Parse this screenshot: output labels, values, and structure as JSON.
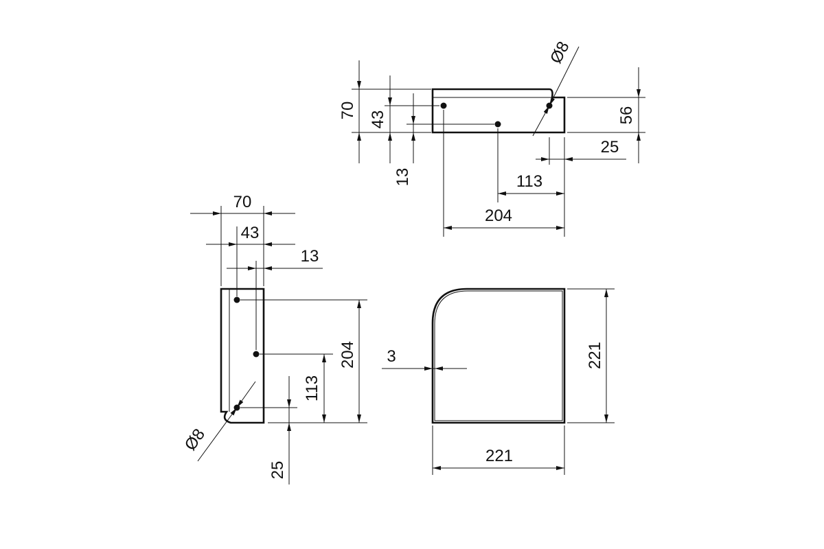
{
  "colors": {
    "line": "#111111",
    "background": "#ffffff"
  },
  "views": {
    "top": {
      "d70": "70",
      "d43": "43",
      "d13": "13",
      "d56": "56",
      "d25": "25",
      "d113": "113",
      "d204": "204",
      "hole": "Ø8"
    },
    "side": {
      "d70": "70",
      "d43": "43",
      "d13": "13",
      "d204": "204",
      "d113": "113",
      "d25": "25",
      "hole": "Ø8"
    },
    "front": {
      "width": "221",
      "height": "221",
      "wall": "3"
    }
  }
}
